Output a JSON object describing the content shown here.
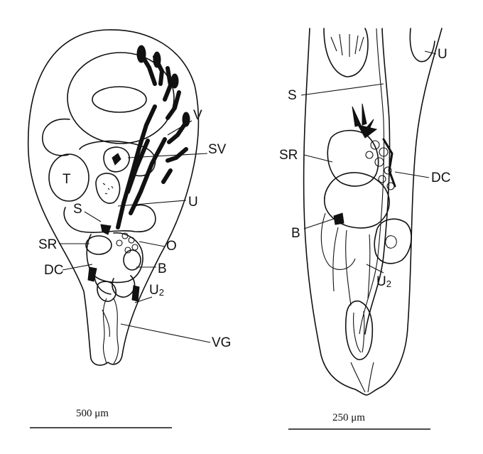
{
  "left_figure": {
    "labels": {
      "v": "V",
      "sv": "SV",
      "t": "T",
      "s": "S",
      "u": "U",
      "sr": "SR",
      "o": "O",
      "dc": "DC",
      "b": "B",
      "u2_main": "U",
      "u2_sub": "2",
      "vg": "VG"
    },
    "scale_label": "500 μm"
  },
  "right_figure": {
    "labels": {
      "u": "U",
      "s": "S",
      "sr": "SR",
      "dc": "DC",
      "b": "B",
      "u2_main": "U",
      "u2_sub": "2"
    },
    "scale_label": "250 μm"
  }
}
